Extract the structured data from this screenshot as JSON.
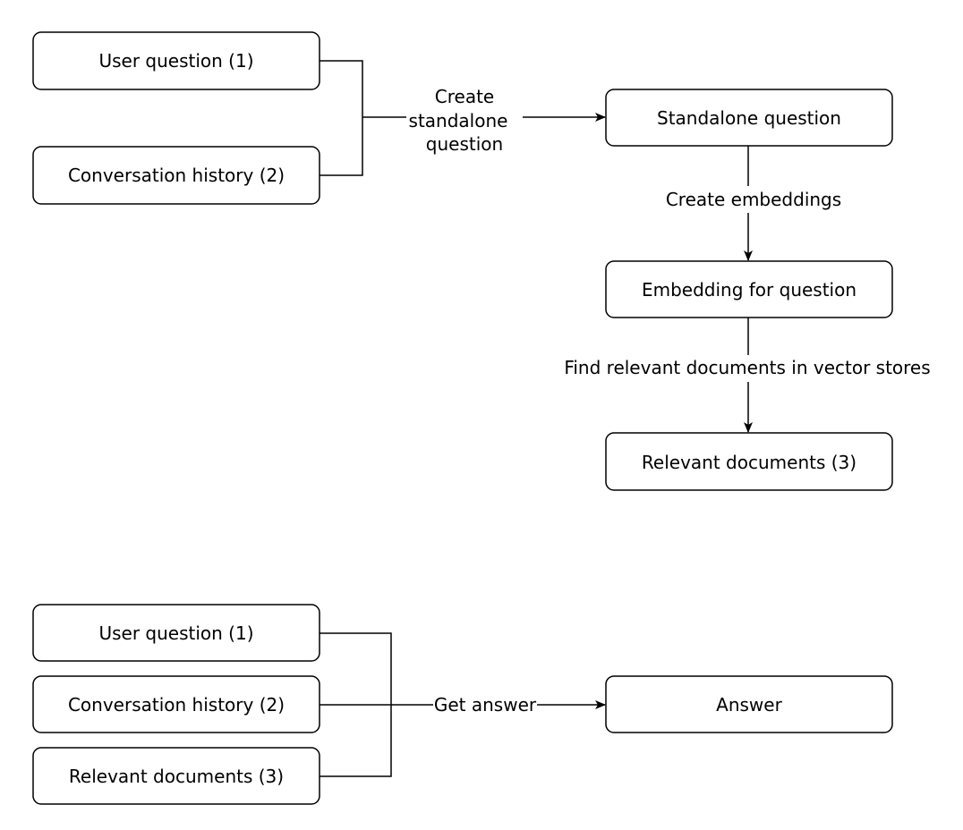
{
  "diagram": {
    "nodes": {
      "user_question_1": "User question (1)",
      "conversation_history_1": "Conversation history (2)",
      "standalone_question": "Standalone question",
      "embedding_for_question": "Embedding for question",
      "relevant_documents_1": "Relevant documents (3)",
      "user_question_2": "User question (1)",
      "conversation_history_2": "Conversation history (2)",
      "relevant_documents_2": "Relevant documents (3)",
      "answer": "Answer"
    },
    "edges": {
      "create_standalone_line1": "Create",
      "create_standalone_line2": "standalone",
      "create_standalone_line3": "question",
      "create_embeddings": "Create embeddings",
      "find_relevant": "Find relevant documents in vector stores",
      "get_answer": "Get answer"
    }
  }
}
